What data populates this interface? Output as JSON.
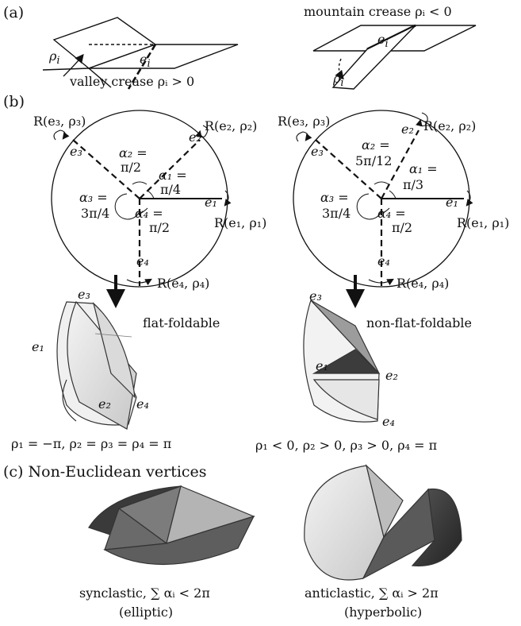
{
  "panel_a": {
    "label": "(a)",
    "valley": {
      "rho": "ρ",
      "rho_sub": "i",
      "edge": "e",
      "edge_sub": "i",
      "caption": "valley crease ρᵢ > 0"
    },
    "mountain": {
      "caption": "mountain crease ρᵢ < 0",
      "rho": "ρ",
      "rho_sub": "i",
      "edge": "e",
      "edge_sub": "i"
    }
  },
  "panel_b": {
    "label": "(b)",
    "left": {
      "rotations": [
        "R(e₃, ρ₃)",
        "R(e₂, ρ₂)",
        "R(e₁, ρ₁)",
        "R(e₄, ρ₄)"
      ],
      "edges": [
        "e₁",
        "e₂",
        "e₃",
        "e₄"
      ],
      "angles": [
        {
          "name": "α₁ =",
          "value": "π/4"
        },
        {
          "name": "α₂ =",
          "value": "π/2"
        },
        {
          "name": "α₃ =",
          "value": "3π/4"
        },
        {
          "name": "α₄ =",
          "value": "π/2"
        }
      ],
      "fold_label": "flat-foldable",
      "fold_edges": [
        "e₃",
        "e₁",
        "e₂",
        "e₄"
      ],
      "condition": "ρ₁ = −π, ρ₂ = ρ₃ = ρ₄ = π"
    },
    "right": {
      "rotations": [
        "R(e₃, ρ₃)",
        "R(e₂, ρ₂)",
        "R(e₁, ρ₁)",
        "R(e₄, ρ₄)"
      ],
      "edges": [
        "e₁",
        "e₂",
        "e₃",
        "e₄"
      ],
      "angles": [
        {
          "name": "α₁ =",
          "value": "π/3"
        },
        {
          "name": "α₂ =",
          "value": "5π/12"
        },
        {
          "name": "α₃ =",
          "value": "3π/4"
        },
        {
          "name": "α₄ =",
          "value": "π/2"
        }
      ],
      "fold_label": "non-flat-foldable",
      "fold_edges": [
        "e₃",
        "e₁",
        "e₂",
        "e₄"
      ],
      "condition": "ρ₁ < 0, ρ₂ > 0, ρ₃ > 0, ρ₄ = π"
    }
  },
  "panel_c": {
    "label": "(c) Non-Euclidean vertices",
    "left": {
      "caption": "synclastic, ∑ αᵢ < 2π",
      "sub": "(elliptic)"
    },
    "right": {
      "caption": "anticlastic, ∑ αᵢ > 2π",
      "sub": "(hyperbolic)"
    }
  },
  "colors": {
    "ink": "#111111",
    "light": "#e4e4e4",
    "mid": "#9a9a9a",
    "dark": "#4a4a4a",
    "black": "#151515"
  }
}
